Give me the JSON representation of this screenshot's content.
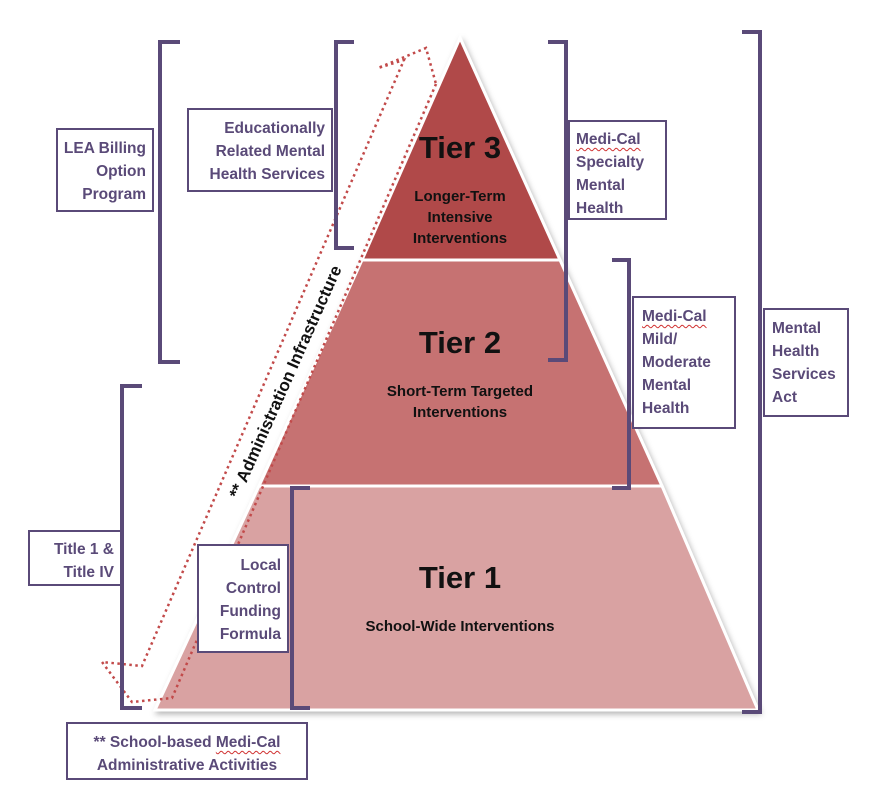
{
  "colors": {
    "tier3": "#b04a4a",
    "tier2": "#c67272",
    "tier1": "#d9a2a2",
    "bracket": "#5a4a78",
    "dotted": "#c24a4a"
  },
  "pyramid": {
    "tier3": {
      "title": "Tier 3",
      "subtitle": [
        "Longer-Term",
        "Intensive",
        "Interventions"
      ]
    },
    "tier2": {
      "title": "Tier 2",
      "subtitle": [
        "Short-Term Targeted",
        "Interventions"
      ]
    },
    "tier1": {
      "title": "Tier 1",
      "subtitle": [
        "School-Wide Interventions"
      ]
    }
  },
  "labels": {
    "lea_billing": [
      "LEA Billing",
      "Option",
      "Program"
    ],
    "educationally_related": [
      "Educationally",
      "Related Mental",
      "Health Services"
    ],
    "medi_cal_specialty": [
      "Medi-Cal",
      "Specialty",
      "Mental",
      "Health"
    ],
    "medi_cal_mild": [
      "Medi-Cal",
      "Mild/",
      "Moderate",
      "Mental",
      "Health"
    ],
    "mhsa": [
      "Mental",
      "Health",
      "Services",
      "Act"
    ],
    "title_1_4": [
      "Title 1 &",
      "Title IV"
    ],
    "lcff": [
      "Local",
      "Control",
      "Funding",
      "Formula"
    ],
    "school_based_prefix": "** School-based ",
    "school_based_medi": "Medi-Cal",
    "school_based_line2": "Administrative Activities"
  },
  "admin_infrastructure": "** Administration Infrastructure"
}
